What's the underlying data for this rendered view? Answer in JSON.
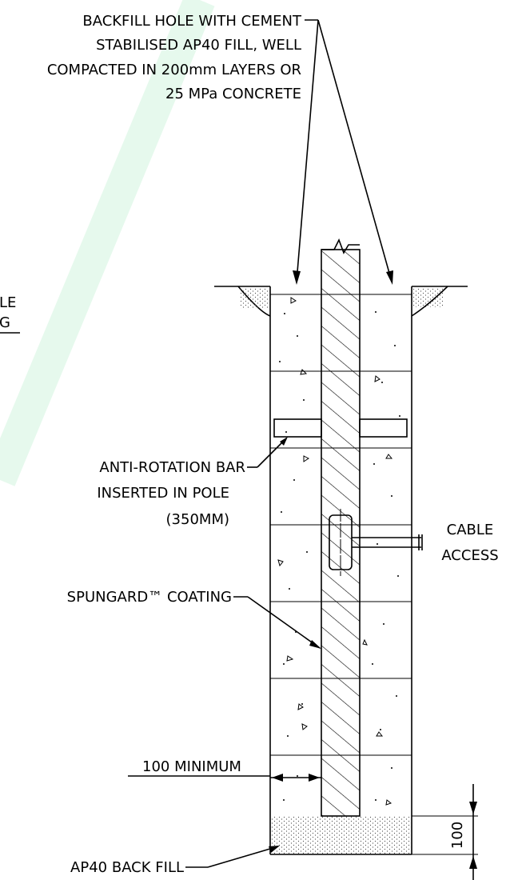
{
  "notes": {
    "backfill": {
      "line1": "BACKFILL HOLE WITH CEMENT",
      "line2": "STABILISED AP40 FILL, WELL",
      "line3": "COMPACTED IN 200mm LAYERS OR",
      "line4": "25 MPa CONCRETE"
    },
    "cropped": {
      "line1": "LE",
      "line2": "G"
    },
    "anti_rotation": {
      "line1": "ANTI-ROTATION BAR",
      "line2": "INSERTED IN POLE",
      "line3": "(350MM)"
    },
    "cable": {
      "line1": "CABLE",
      "line2": "ACCESS"
    },
    "coating": "SPUNGARD™ COATING",
    "minimum": "100 MINIMUM",
    "back_fill": "AP40 BACK FILL",
    "dimension": "100"
  }
}
